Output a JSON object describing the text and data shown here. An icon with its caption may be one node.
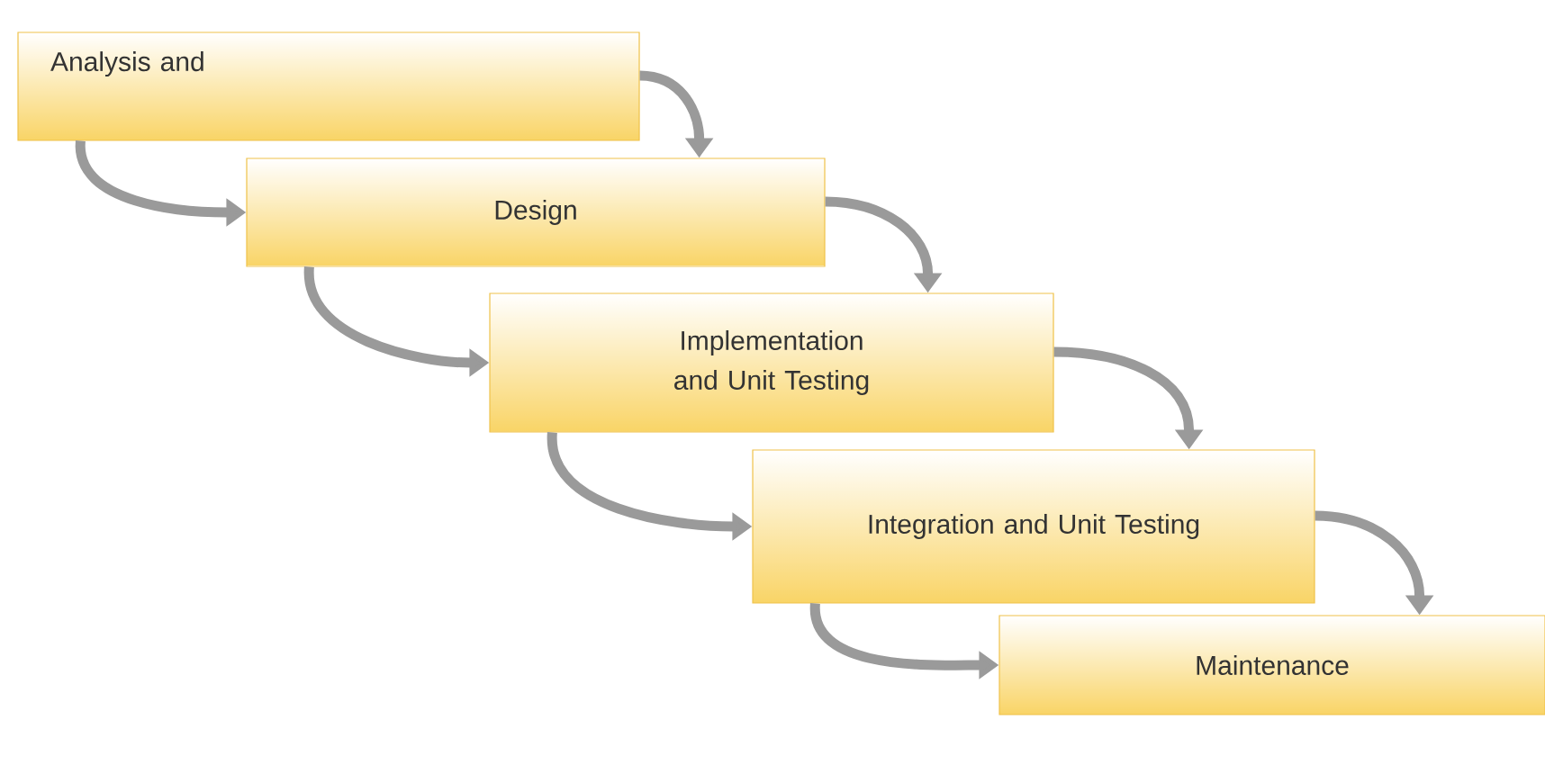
{
  "diagram": {
    "nodes": [
      {
        "text": [
          "Analysis and"
        ]
      },
      {
        "text": [
          "Design"
        ]
      },
      {
        "text": [
          "Implementation and Unit Testing"
        ]
      },
      {
        "text": [
          "Integration and Unit Testing"
        ]
      },
      {
        "text": [
          "Maintenance"
        ]
      }
    ],
    "edges": [
      {
        "from": 0,
        "to": 1,
        "arrow": "to"
      },
      {
        "from": 0,
        "to": 1,
        "arrow": "to"
      },
      {
        "from": 1,
        "to": 2,
        "arrow": "to"
      },
      {
        "from": 1,
        "to": 2,
        "arrow": "to"
      },
      {
        "from": 2,
        "to": 3,
        "arrow": "to"
      },
      {
        "from": 2,
        "to": 3,
        "arrow": "to"
      },
      {
        "from": 3,
        "to": 4,
        "arrow": "to"
      },
      {
        "from": 3,
        "to": 4,
        "arrow": "to"
      }
    ]
  }
}
